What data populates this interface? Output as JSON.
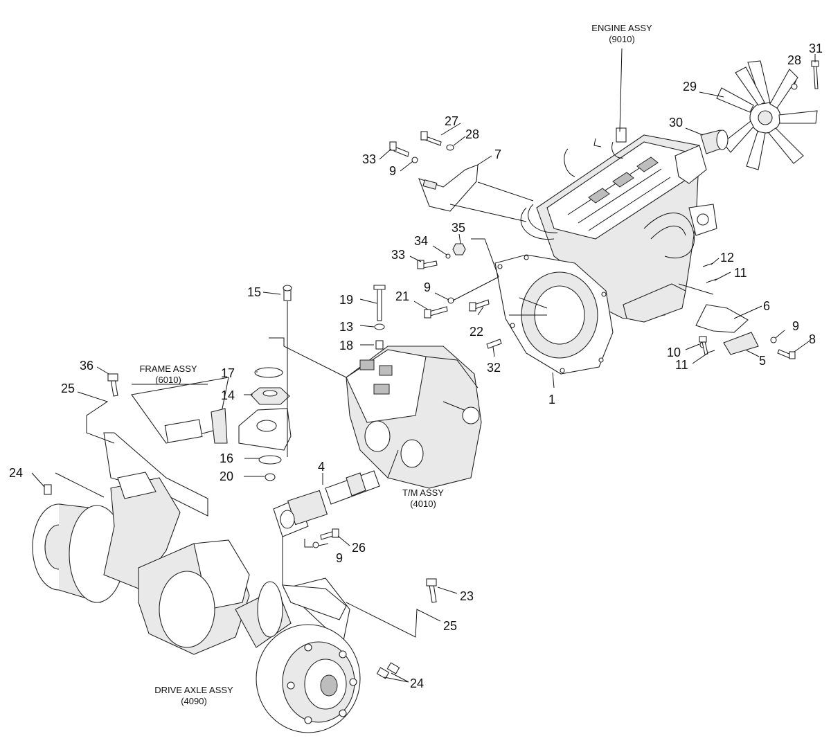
{
  "assemblies": {
    "engine": {
      "name": "ENGINE ASSY",
      "code": "(9010)"
    },
    "frame": {
      "name": "FRAME ASSY",
      "code": "(6010)"
    },
    "transmission": {
      "name": "T/M ASSY",
      "code": "(4010)"
    },
    "drive_axle": {
      "name": "DRIVE AXLE ASSY",
      "code": "(4090)"
    }
  },
  "callouts": {
    "c1": "1",
    "c4": "4",
    "c5": "5",
    "c6": "6",
    "c7": "7",
    "c8": "8",
    "c9a": "9",
    "c9b": "9",
    "c9c": "9",
    "c9d": "9",
    "c10": "10",
    "c11a": "11",
    "c11b": "11",
    "c12": "12",
    "c13": "13",
    "c14": "14",
    "c15": "15",
    "c16": "16",
    "c17": "17",
    "c18": "18",
    "c19": "19",
    "c20": "20",
    "c21": "21",
    "c22": "22",
    "c23": "23",
    "c24a": "24",
    "c24b": "24",
    "c25a": "25",
    "c25b": "25",
    "c26": "26",
    "c27": "27",
    "c28a": "28",
    "c28b": "28",
    "c29": "29",
    "c30": "30",
    "c31": "31",
    "c32": "32",
    "c33a": "33",
    "c33b": "33",
    "c34": "34",
    "c35": "35",
    "c36": "36"
  }
}
